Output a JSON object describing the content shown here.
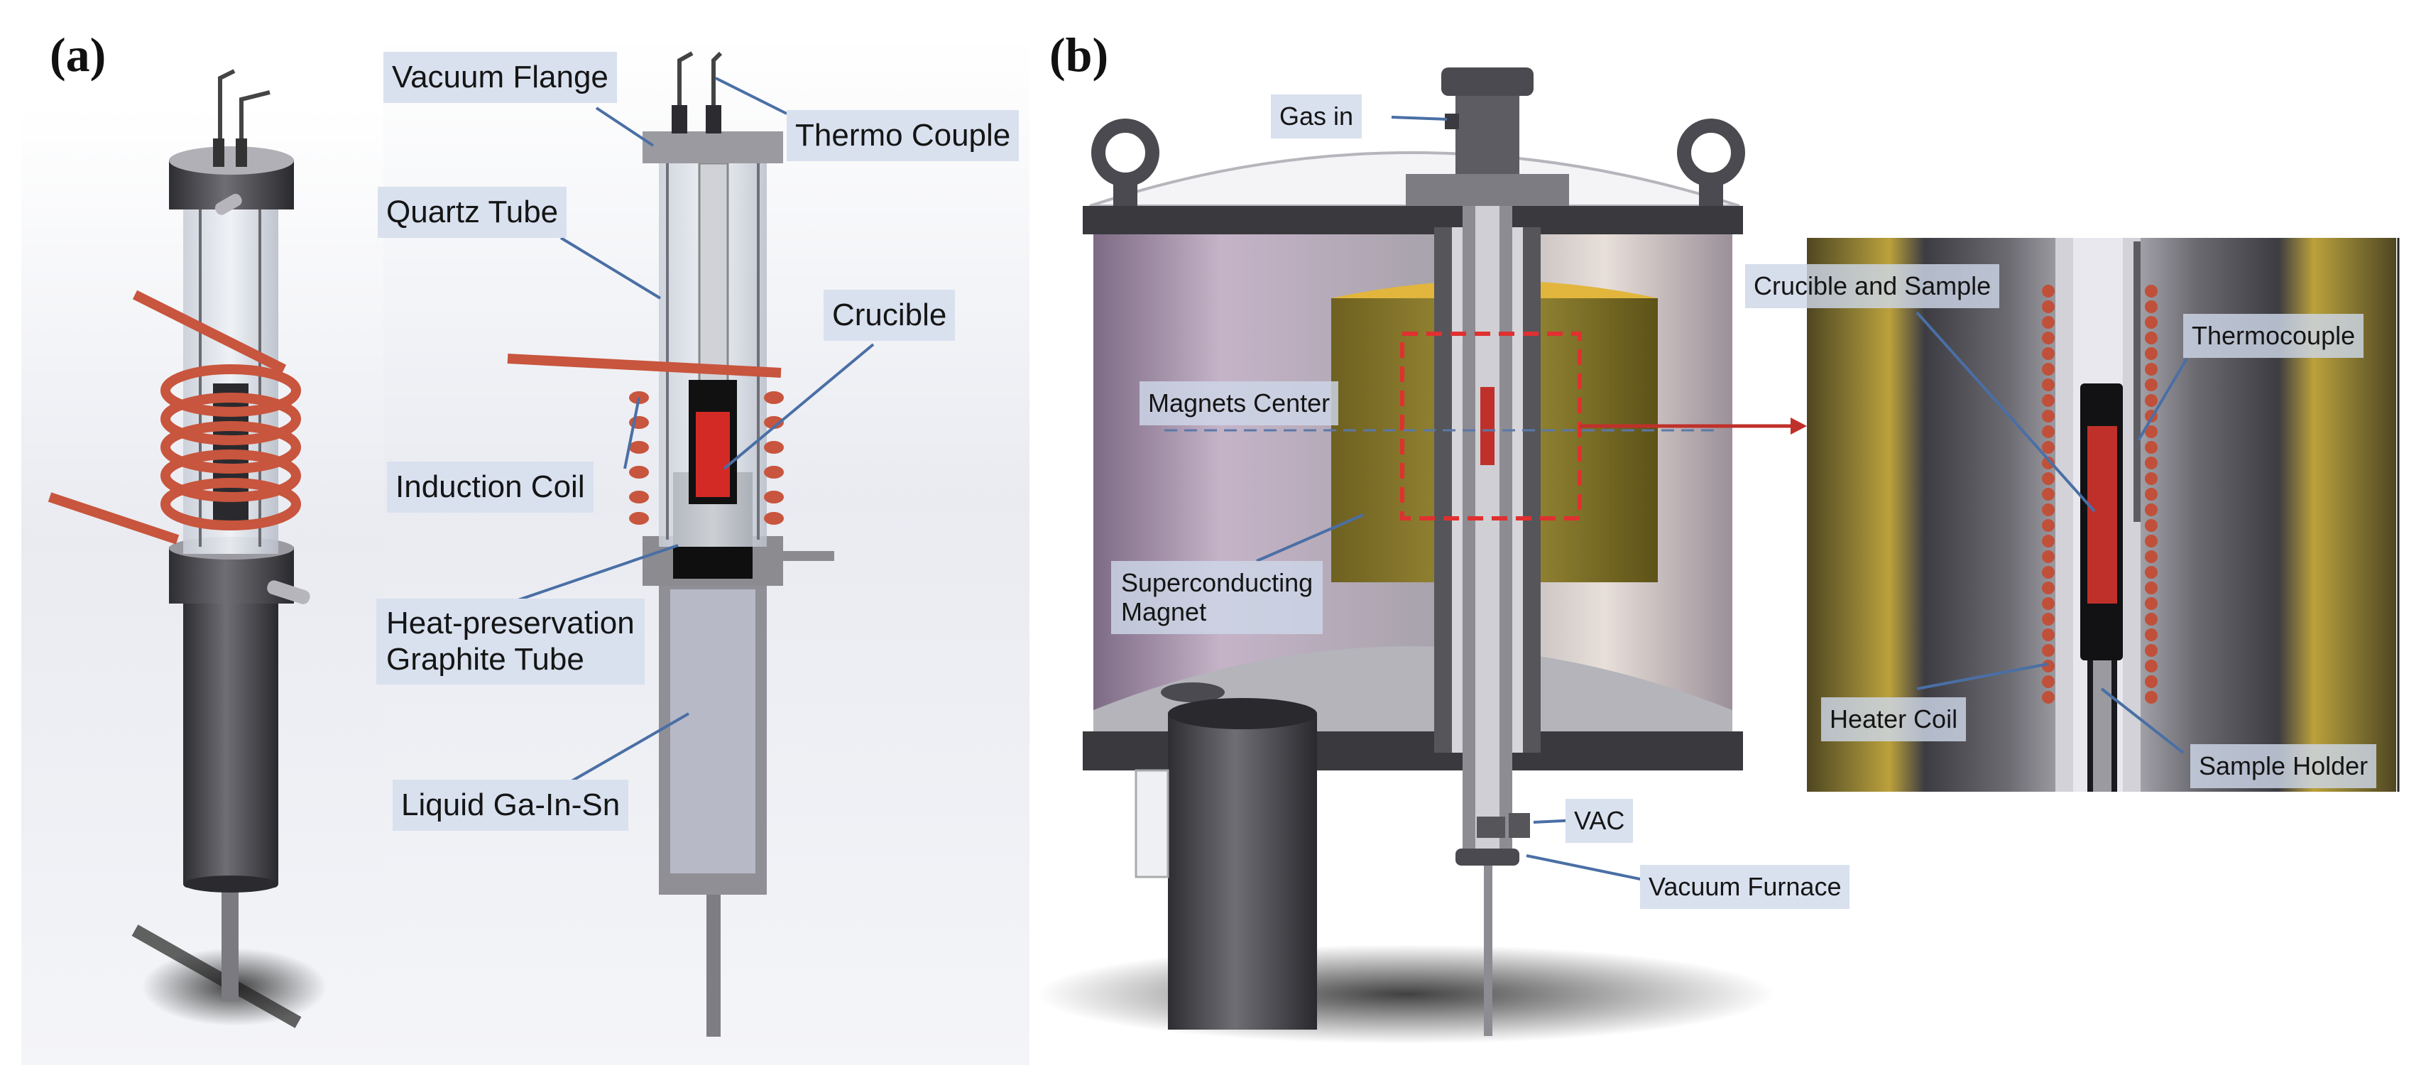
{
  "panels": {
    "a": "(a)",
    "b": "(b)"
  },
  "labels_a": {
    "vacuum_flange": "Vacuum Flange",
    "thermo_couple": "Thermo Couple",
    "quartz_tube": "Quartz Tube",
    "crucible": "Crucible",
    "induction_coil": "Induction Coil",
    "heat_preservation_1": "Heat-preservation",
    "heat_preservation_2": "Graphite Tube",
    "liquid_gainsn": "Liquid Ga-In-Sn"
  },
  "labels_b": {
    "gas_in": "Gas in",
    "magnets_center": "Magnets Center",
    "superconducting_1": "Superconducting",
    "superconducting_2": "Magnet",
    "vac": "VAC",
    "vacuum_furnace": "Vacuum Furnace",
    "crucible_sample": "Crucible and Sample",
    "thermocouple": "Thermocouple",
    "heater_coil": "Heater Coil",
    "sample_holder": "Sample Holder"
  },
  "colors": {
    "label_bg": "#d9e1ef",
    "leader": "#4a6fa5",
    "coil": "#c8553d",
    "sample": "#c0302a",
    "magnet": "#b9a233",
    "steel": "#5a5a5e",
    "highlight_box": "#e03030"
  }
}
